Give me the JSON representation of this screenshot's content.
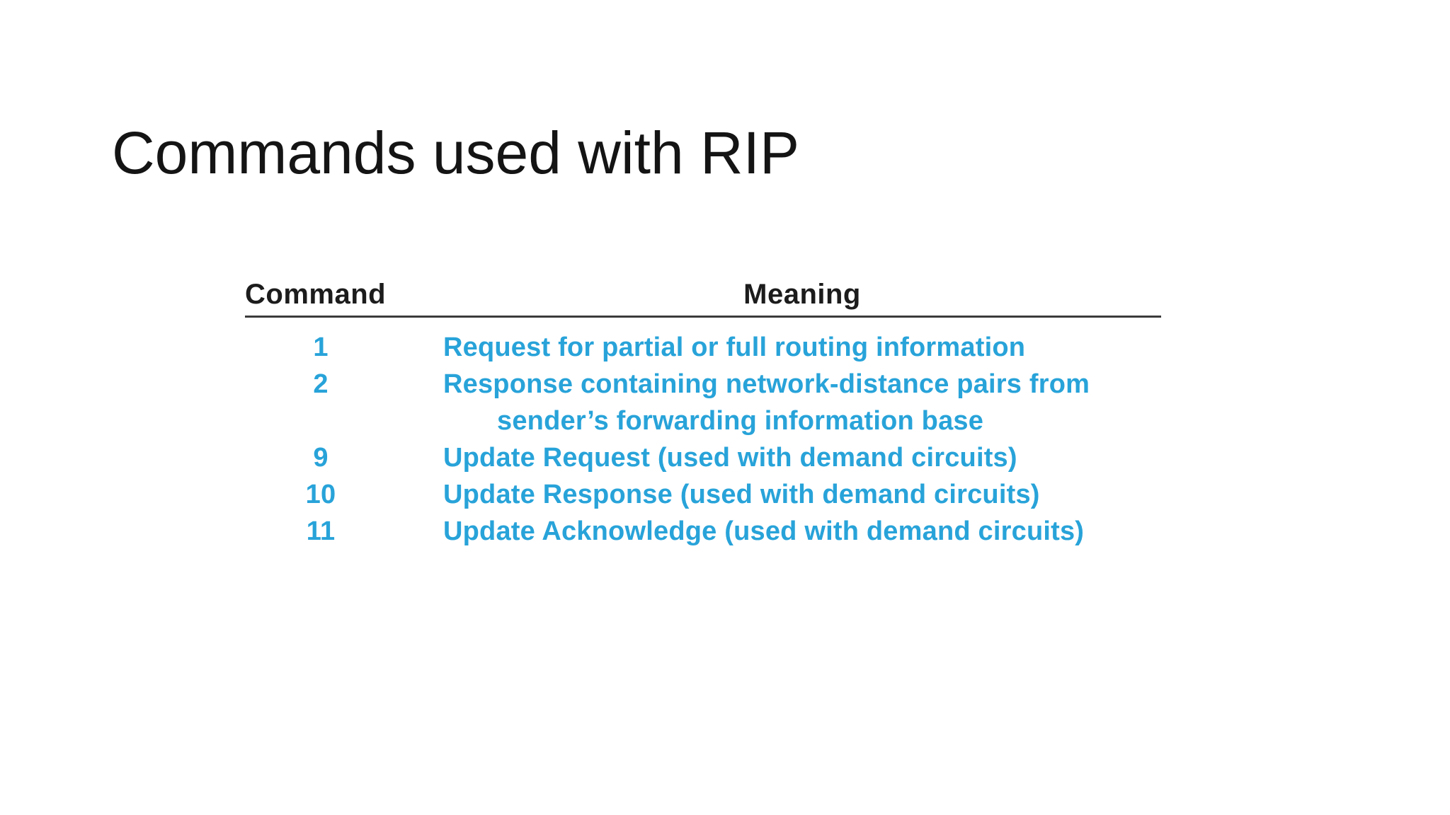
{
  "slide": {
    "title": "Commands used with RIP"
  },
  "table": {
    "column_headers": {
      "command": "Command",
      "meaning": "Meaning"
    },
    "rows": [
      {
        "command": "1",
        "meaning_lines": [
          "Request for partial or full routing information"
        ]
      },
      {
        "command": "2",
        "meaning_lines": [
          "Response containing network-distance pairs from",
          "sender’s forwarding information base"
        ]
      },
      {
        "command": "9",
        "meaning_lines": [
          "Update Request (used with demand circuits)"
        ]
      },
      {
        "command": "10",
        "meaning_lines": [
          "Update Response (used with demand circuits)"
        ]
      },
      {
        "command": "11",
        "meaning_lines": [
          "Update Acknowledge (used with demand circuits)"
        ]
      }
    ]
  },
  "colors": {
    "background": "#ffffff",
    "title_text": "#141414",
    "table_header_text": "#1c1c1c",
    "table_rule": "#3b3b3b",
    "table_row_text": "#28a3d9"
  }
}
